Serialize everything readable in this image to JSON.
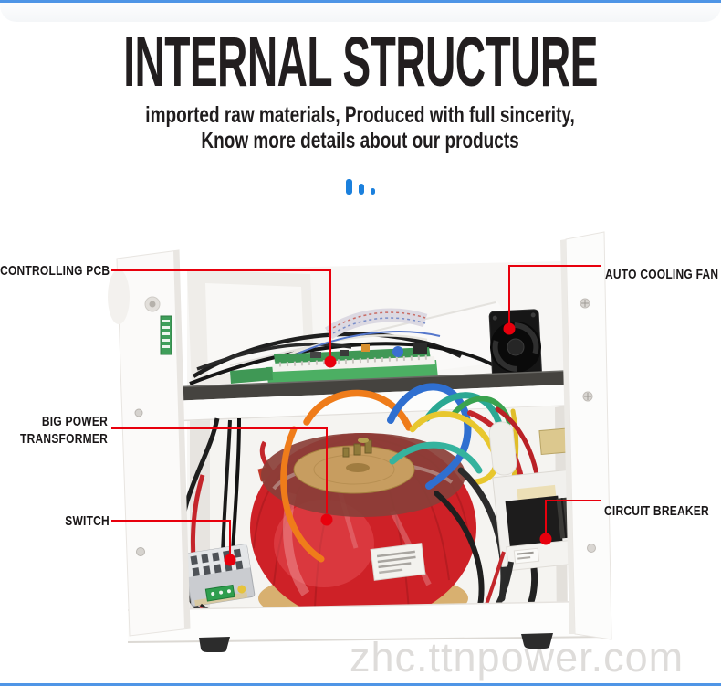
{
  "colors": {
    "accent_blue": "#4f95e6",
    "dot_blue": "#1b80dd",
    "annotation_red": "#e8000d",
    "title_ink": "#221e1f",
    "watermark_gray": "#dedcda"
  },
  "header": {
    "title": "INTERNAL STRUCTURE",
    "subtitle_line1": "imported raw materials, Produced with full sincerity,",
    "subtitle_line2": "Know more details about our products"
  },
  "callouts": [
    {
      "id": "controlling-pcb",
      "label": "CONTROLLING PCB",
      "side": "left"
    },
    {
      "id": "auto-cooling-fan",
      "label": "AUTO COOLING FAN",
      "side": "right"
    },
    {
      "id": "big-power-transformer",
      "label": "BIG POWER TRANSFORMER",
      "side": "left"
    },
    {
      "id": "switch",
      "label": "SWITCH",
      "side": "left"
    },
    {
      "id": "circuit-breaker",
      "label": "CIRCUIT BREAKER",
      "side": "right"
    }
  ],
  "watermark": "zhc.ttnpower.com"
}
